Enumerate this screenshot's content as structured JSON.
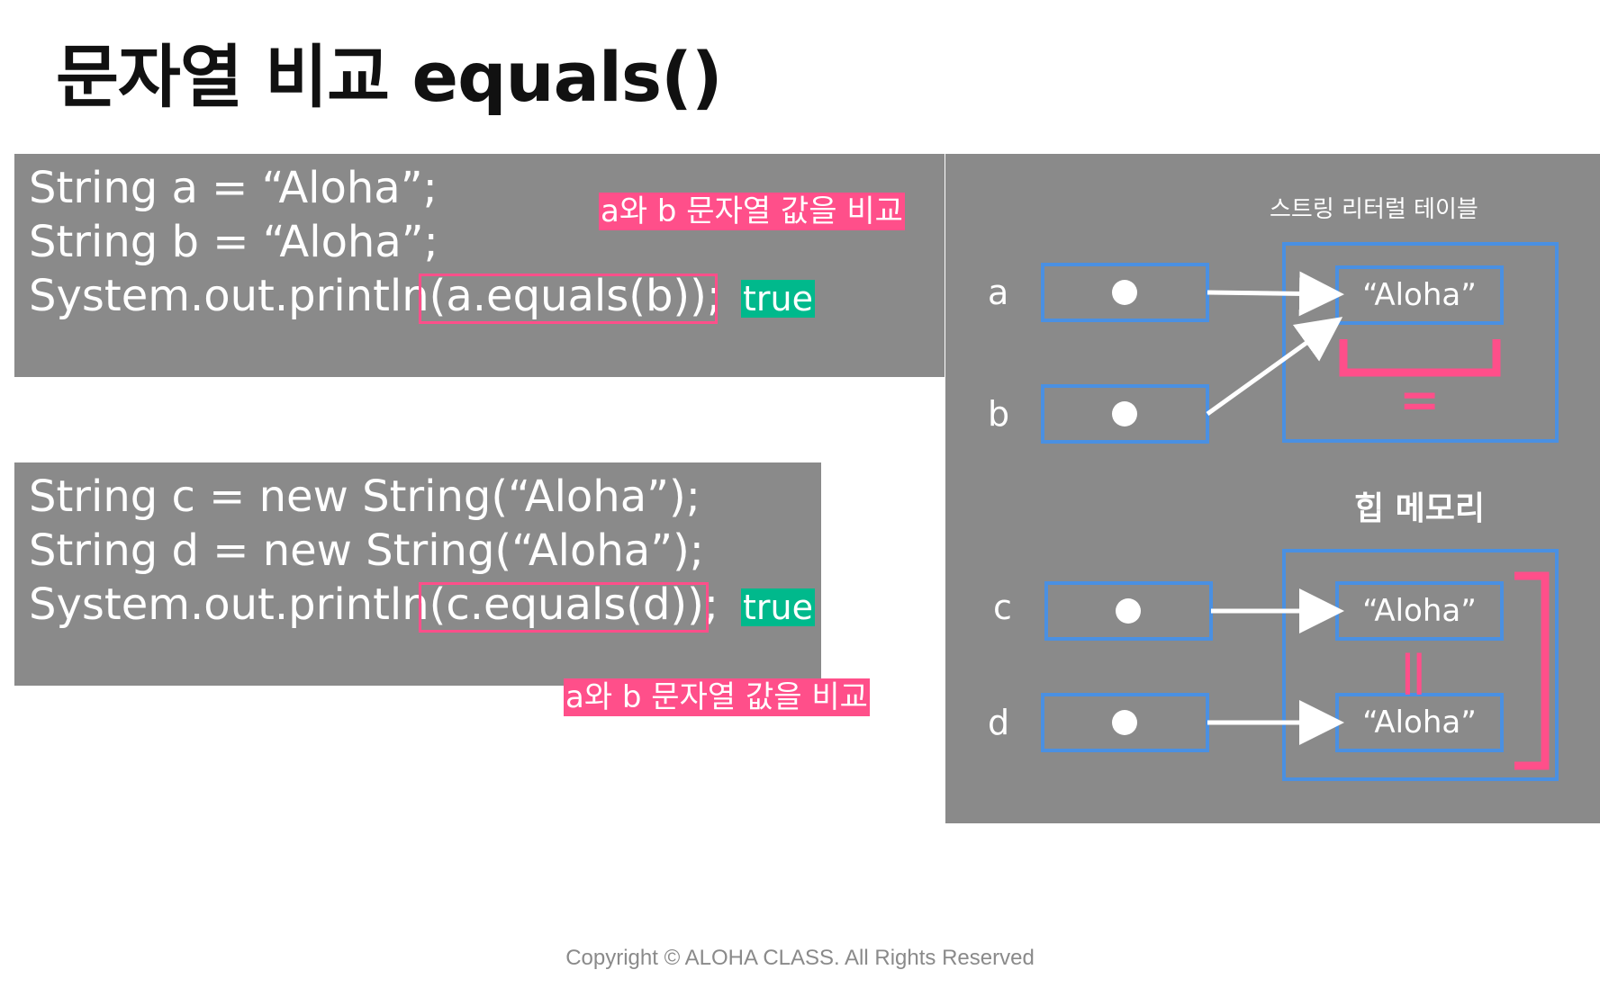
{
  "title": "문자열 비교 equals()",
  "panel1": {
    "lines": [
      "String a = “Aloha”;",
      "String b = “Aloha”;",
      "System.out.println(a.equals(b));"
    ],
    "result": "true",
    "note": "a와 b 문자열 값을 비교"
  },
  "panel2": {
    "lines": [
      "String c = new String(“Aloha”);",
      "String d = new String(“Aloha”);",
      "System.out.println(c.equals(d));"
    ],
    "result": "true",
    "note": "a와 b 문자열 값을 비교"
  },
  "diagram": {
    "literal_table_title": "스트링 리터럴 테이블",
    "heap_title": "힙 메모리",
    "variables": [
      "a",
      "b",
      "c",
      "d"
    ],
    "literal_value": "“Aloha”",
    "heap_values": [
      "“Aloha”",
      "“Aloha”"
    ],
    "equal_sign": "=",
    "parallel_sign": "||"
  },
  "footer": "Copyright © ALOHA CLASS. All Rights Reserved",
  "colors": {
    "panel": "#8a8a8a",
    "box": "#4a90e2",
    "accent": "#ff4f8a",
    "true": "#00b98c"
  }
}
